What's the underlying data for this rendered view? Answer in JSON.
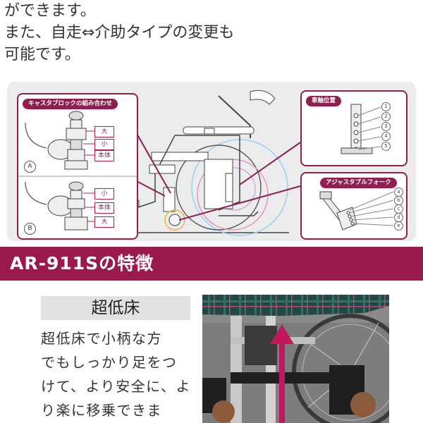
{
  "intro": {
    "lines": [
      "ができます。",
      "また、自走⇔介助タイプの変更も",
      "可能です。"
    ]
  },
  "caster_panel": {
    "title": "キャスタブロックの組み合わせ",
    "option_a": {
      "label": "A",
      "tags": [
        "大",
        "小",
        "本体"
      ]
    },
    "option_b": {
      "label": "B",
      "tags": [
        "小",
        "本体",
        "大"
      ]
    }
  },
  "axle_panel": {
    "title": "車軸位置",
    "positions": [
      "1",
      "2",
      "3",
      "4",
      "5"
    ]
  },
  "fork_panel": {
    "title": "アジャスタブルフォーク",
    "positions": [
      "a",
      "b",
      "c",
      "d",
      "e"
    ]
  },
  "section": {
    "title": "AR-911Sの特徴"
  },
  "feature": {
    "heading": "超低床",
    "lines": [
      "超低床で小柄な方",
      "でもしっかり足をつ",
      "けて、より安全に、よ",
      "り楽に移乗できま"
    ]
  },
  "colors": {
    "brand": "#9a1a4e",
    "panel_border": "#8e1f4f",
    "arrow": "#c0185a"
  }
}
